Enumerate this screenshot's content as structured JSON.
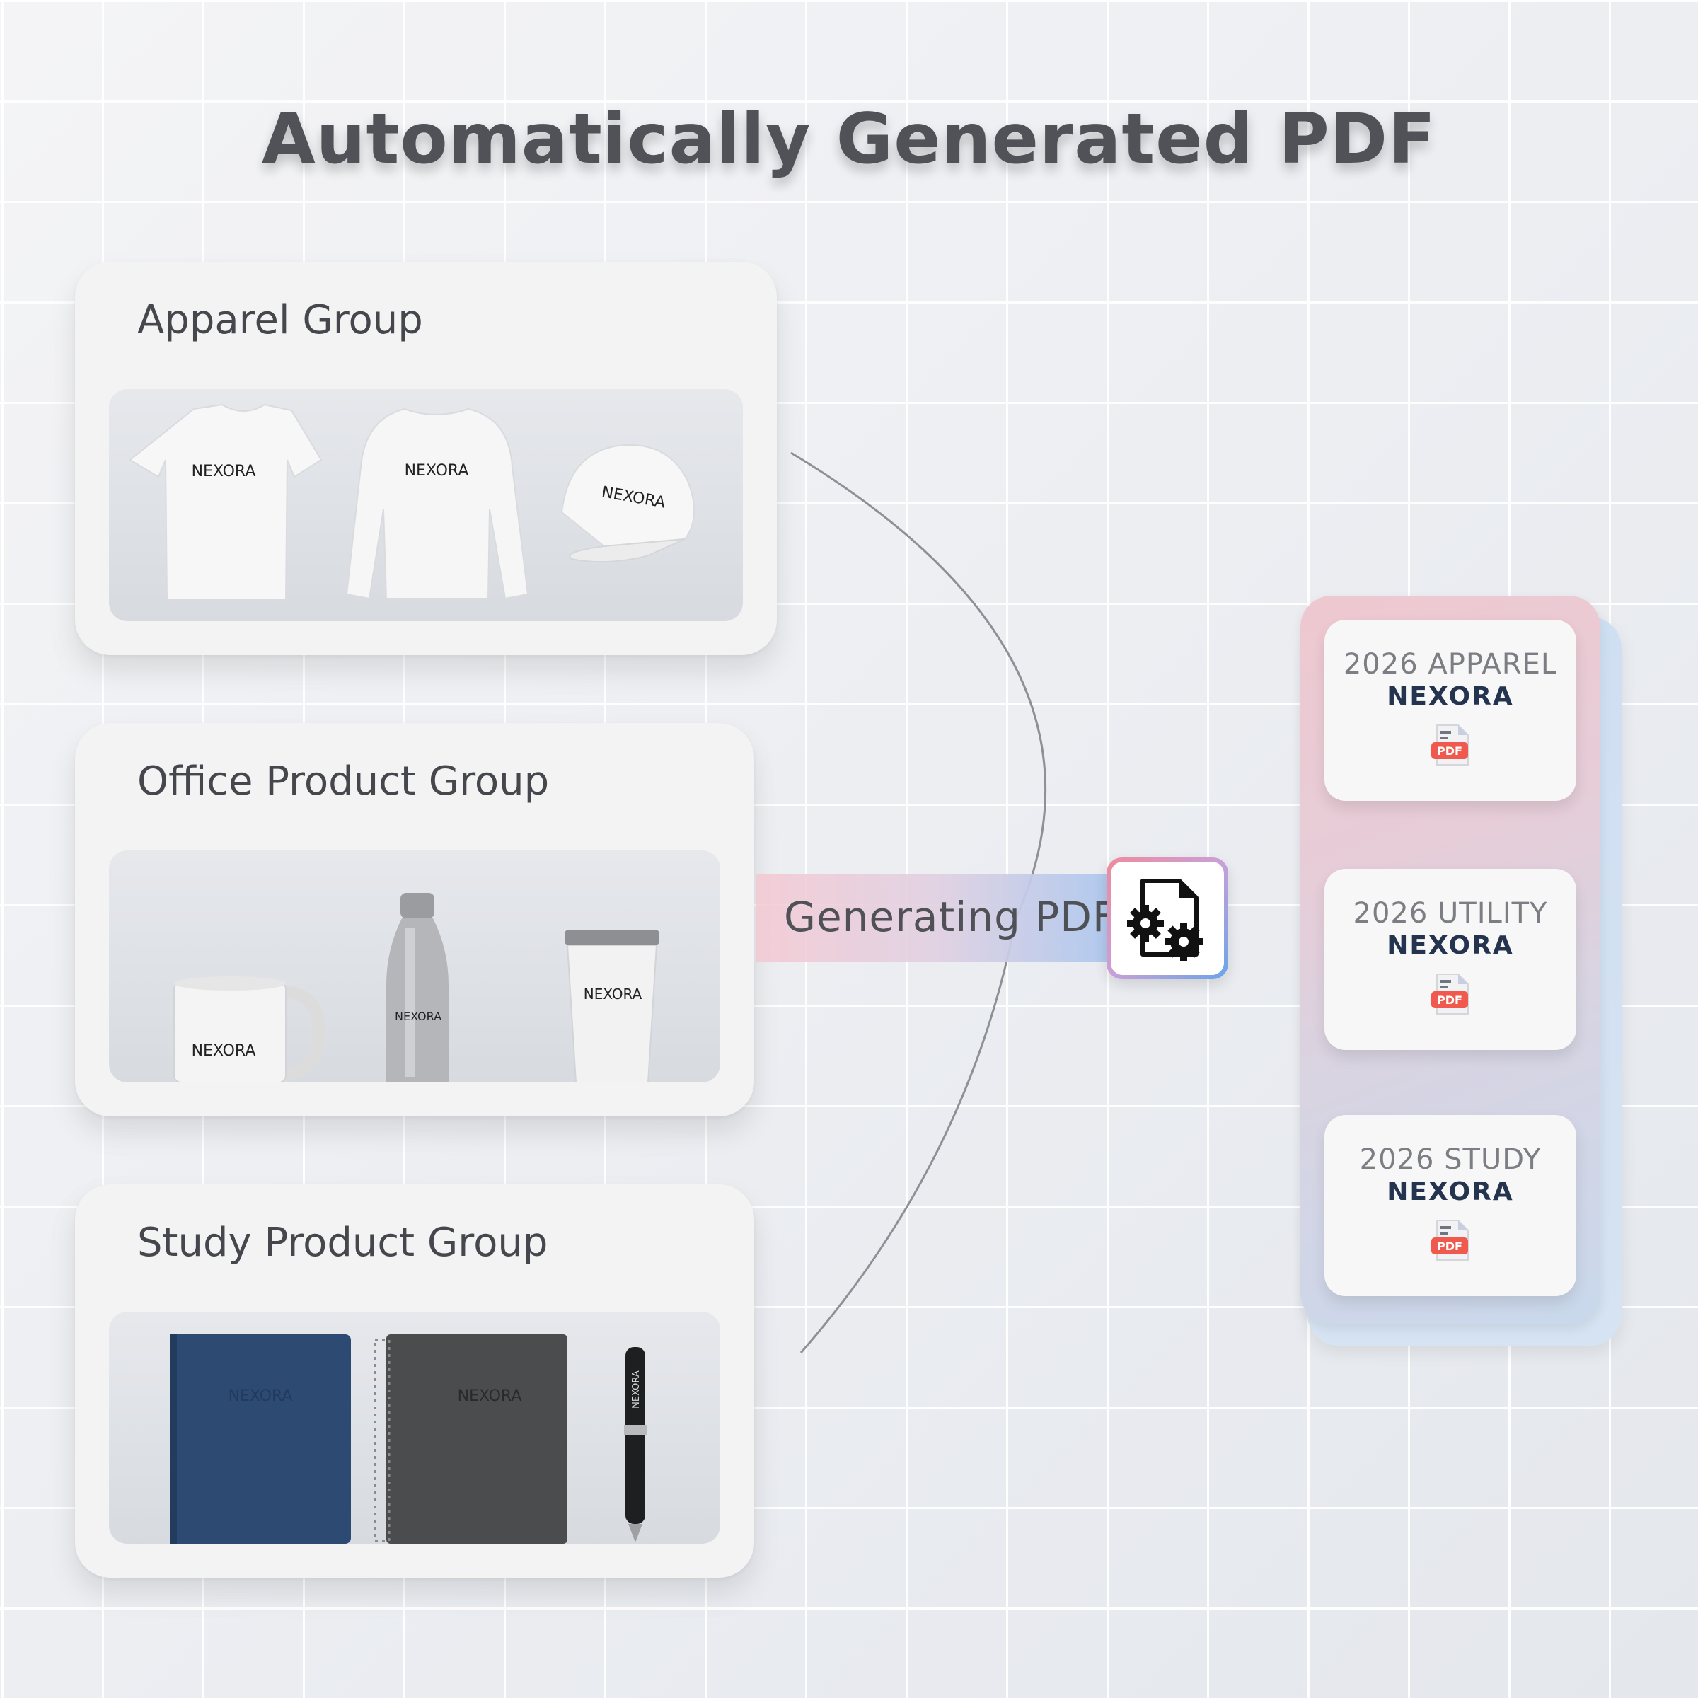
{
  "title": "Automatically Generated PDF",
  "groups": [
    {
      "title": "Apparel Group",
      "brand": "NEXORA",
      "items": [
        "t-shirt",
        "sweatshirt",
        "cap"
      ]
    },
    {
      "title": "Office Product Group",
      "brand": "NEXORA",
      "items": [
        "mug",
        "bottle",
        "tumbler"
      ]
    },
    {
      "title": "Study Product Group",
      "brand": "NEXORA",
      "items": [
        "notebook",
        "spiral-notebook",
        "pen"
      ]
    }
  ],
  "process": {
    "label": "Generating PDF",
    "icon": "file-gears-icon"
  },
  "outputs": [
    {
      "year_label": "2026 APPAREL",
      "brand": "NEXORA",
      "badge": "PDF"
    },
    {
      "year_label": "2026 UTILITY",
      "brand": "NEXORA",
      "badge": "PDF"
    },
    {
      "year_label": "2026 STUDY",
      "brand": "NEXORA",
      "badge": "PDF"
    }
  ],
  "colors": {
    "title": "#505257",
    "brand_text": "#24344f",
    "pdf_badge": "#f05a4e",
    "gradient_pink": "#f08a9c",
    "gradient_blue": "#6aa4ea"
  }
}
